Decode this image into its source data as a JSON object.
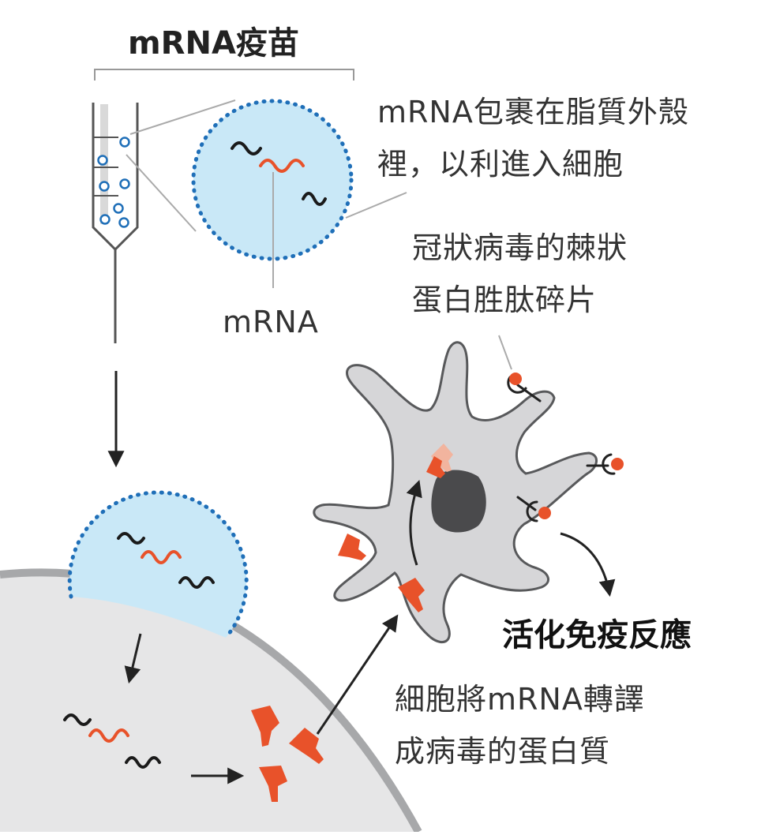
{
  "title": "mRNA疫苗",
  "labels": {
    "lipid_shell_line1": "mRNA包裹在脂質外殼",
    "lipid_shell_line2": "裡，以利進入細胞",
    "mrna": "mRNA",
    "spike_line1": "冠狀病毒的棘狀",
    "spike_line2": "蛋白胜肽碎片",
    "immune": "活化免疫反應",
    "translate_line1": "細胞將mRNA轉譯",
    "translate_line2": "成病毒的蛋白質"
  },
  "colors": {
    "mrna_orange": "#e8522a",
    "lipid_blue": "#1f6fb8",
    "lipid_fill": "#c9e8f7",
    "cell_gray": "#e6e6e7",
    "membrane_gray": "#a7a8aa",
    "dendritic_gray": "#d6d6d8",
    "nucleus_dark": "#4a4a4c"
  }
}
